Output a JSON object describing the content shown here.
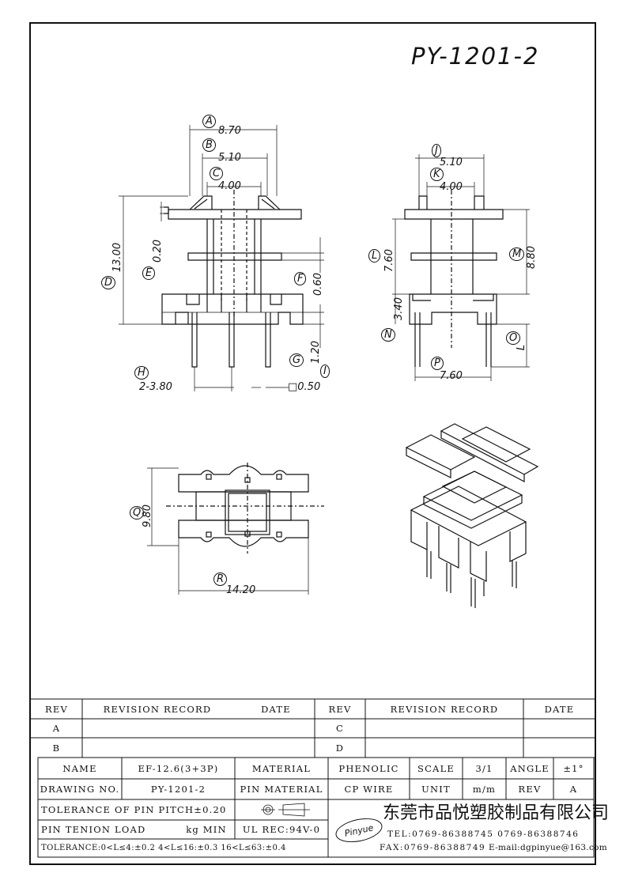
{
  "part_number": "PY-1201-2",
  "dims": {
    "A": "A",
    "A_val": "8.70",
    "B": "B",
    "B_val": "5.10",
    "C": "C",
    "C_val": "4.00",
    "D": "D",
    "D_val": "13.00",
    "E": "E",
    "E_val": "0.20",
    "F": "F",
    "F_val": "0.60",
    "G": "G",
    "G_val": "1.20",
    "H": "H",
    "H_val": "2-3.80",
    "I": "I",
    "I_val": "□0.50",
    "J": "J",
    "J_val": "5.10",
    "K": "K",
    "K_val": "4.00",
    "L": "L",
    "L_val": "7.60",
    "M": "M",
    "M_val": "8.80",
    "N": "N",
    "N_val": "3.40",
    "O": "O",
    "O_val": "L",
    "P": "P",
    "P_val": "7.60",
    "Q": "Q",
    "Q_val": "9.80",
    "R": "R",
    "R_val": "14.20"
  },
  "revision_table": {
    "rev_header": "REV",
    "record_header": "REVISION RECORD",
    "date_header": "DATE",
    "rev_header_2": "REV",
    "record_header_2": "REVISION RECORD",
    "date_header_2": "DATE",
    "row_a": "A",
    "row_b": "B",
    "row_c": "C",
    "row_d": "D"
  },
  "title_block": {
    "name_label": "NAME",
    "name_value": "EF-12.6(3+3P)",
    "material_label": "MATERIAL",
    "material_value": "PHENOLIC",
    "scale_label": "SCALE",
    "scale_value": "3/1",
    "angle_label": "ANGLE",
    "angle_value": "±1°",
    "drawing_no_label": "DRAWING NO.",
    "drawing_no_value": "PY-1201-2",
    "pin_material_label": "PIN MATERIAL",
    "pin_material_value": "CP WIRE",
    "unit_label": "UNIT",
    "unit_value": "m/m",
    "rev_label": "REV",
    "rev_value": "A",
    "tolerance_pitch": "TOLERANCE OF PIN PITCH±0.20",
    "pin_tension_label": "PIN TENION LOAD",
    "pin_tension_value": "kg MIN",
    "ul_rec": "UL REC:94V-0",
    "tolerance_range": "TOLERANCE:0<L≤4:±0.2  4<L≤16:±0.3  16<L≤63:±0.4",
    "logo_text": "Pinyue",
    "company": "东莞市品悦塑胶制品有限公司",
    "tel": "TEL:0769-86388745   0769-86388746",
    "fax": "FAX:0769-86388749",
    "email": "E-mail:dgpinyue@163.com"
  }
}
